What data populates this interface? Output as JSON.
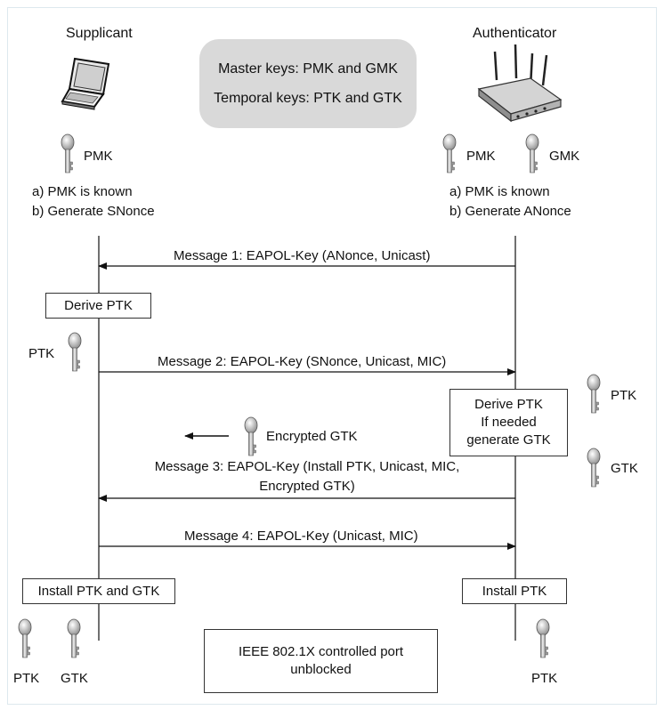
{
  "entities": {
    "supplicant": "Supplicant",
    "authenticator": "Authenticator"
  },
  "legend": {
    "line1": "Master keys: PMK and GMK",
    "line2": "Temporal keys: PTK and GTK"
  },
  "supplicant_keys": {
    "pmk": "PMK"
  },
  "authenticator_keys": {
    "pmk": "PMK",
    "gmk": "GMK"
  },
  "supplicant_steps": {
    "a": "a) PMK is known",
    "b": "b) Generate SNonce"
  },
  "authenticator_steps": {
    "a": "a) PMK is known",
    "b": "b) Generate ANonce"
  },
  "messages": {
    "m1": "Message 1: EAPOL-Key (ANonce, Unicast)",
    "m2": "Message 2: EAPOL-Key (SNonce, Unicast, MIC)",
    "m3_line1": "Message 3: EAPOL-Key (Install PTK, Unicast, MIC,",
    "m3_line2": "Encrypted GTK)",
    "m4": "Message 4: EAPOL-Key (Unicast, MIC)"
  },
  "boxes": {
    "supplicant_derive": "Derive PTK",
    "auth_derive_l1": "Derive PTK",
    "auth_derive_l2": "If needed",
    "auth_derive_l3": "generate GTK",
    "supplicant_install": "Install PTK and GTK",
    "auth_install": "Install PTK",
    "port_l1": "IEEE 802.1X controlled port",
    "port_l2": "unblocked"
  },
  "key_labels": {
    "supp_ptk": "PTK",
    "auth_ptk": "PTK",
    "auth_gtk": "GTK",
    "encrypted_gtk": "Encrypted GTK",
    "final_supp_ptk": "PTK",
    "final_supp_gtk": "GTK",
    "final_auth_ptk": "PTK"
  }
}
